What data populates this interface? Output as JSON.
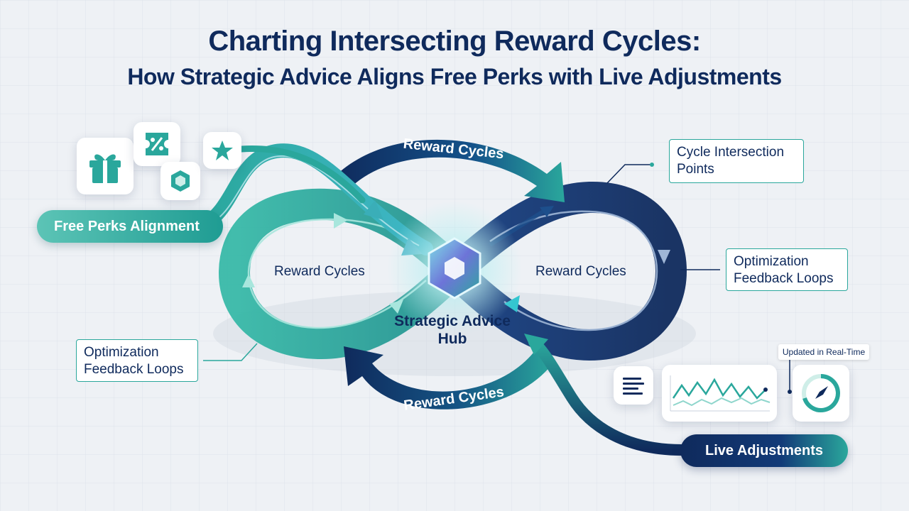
{
  "title": "Charting Intersecting Reward Cycles:",
  "subtitle": "How Strategic Advice Aligns Free Perks with Live Adjustments",
  "labels": {
    "free_perks": "Free Perks Alignment",
    "live_adjustments": "Live Adjustments",
    "hub": "Strategic Advice Hub",
    "reward_top": "Reward Cycles",
    "reward_bottom": "Reward Cycles",
    "reward_left": "Reward Cycles",
    "reward_right": "Reward Cycles",
    "cycle_intersection": "Cycle Intersection Points",
    "optimization_right": "Optimization Feedback Loops",
    "optimization_left": "Optimization Feedback Loops",
    "updated": "Updated in Real-Time"
  },
  "icons": [
    "gift-icon",
    "percent-icon",
    "badge-icon",
    "star-icon",
    "text-lines-icon",
    "line-chart-icon",
    "gauge-icon"
  ],
  "colors": {
    "navy": "#0f2a5c",
    "teal": "#2aa79c",
    "light_teal": "#5cc4b6"
  }
}
